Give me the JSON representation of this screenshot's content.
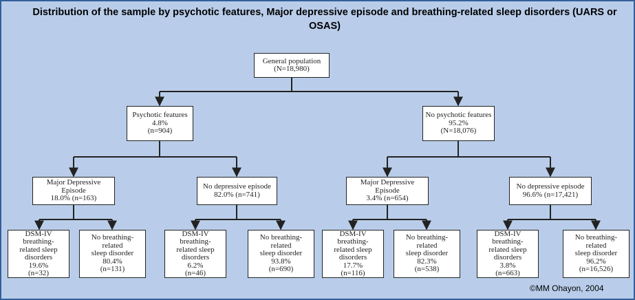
{
  "title": "Distribution of the sample by psychotic features, Major depressive episode and breathing-related sleep disorders (UARS or OSAS)",
  "copyright": "©MM Ohayon, 2004",
  "colors": {
    "background": "#b9cdea",
    "border": "#34609a",
    "node_fill": "#ffffff",
    "line": "#222222"
  },
  "tree": {
    "root": {
      "lines": [
        "General population",
        "(N=18,980)"
      ]
    },
    "level1": [
      {
        "lines": [
          "Psychotic features",
          "4.8%",
          "(n=904)"
        ]
      },
      {
        "lines": [
          "No psychotic features",
          "95.2%",
          "(N=18,076)"
        ]
      }
    ],
    "level2": [
      {
        "lines": [
          "Major Depressive Episode",
          "18.0% (n=163)"
        ]
      },
      {
        "lines": [
          "No depressive episode",
          "82.0% (n=741)"
        ]
      },
      {
        "lines": [
          "Major Depressive Episode",
          "3.4% (n=654)"
        ]
      },
      {
        "lines": [
          "No depressive episode",
          "96.6% (n=17,421)"
        ]
      }
    ],
    "level3": [
      {
        "lines": [
          "DSM-IV breathing-",
          "related sleep",
          "disorders",
          "19.6%",
          "(n=32)"
        ]
      },
      {
        "lines": [
          "No breathing-related",
          "sleep disorder",
          "80.4%",
          "(n=131)"
        ]
      },
      {
        "lines": [
          "DSM-IV breathing-",
          "related sleep",
          "disorders",
          "6.2%",
          "(n=46)"
        ]
      },
      {
        "lines": [
          "No breathing-related",
          "sleep disorder",
          "93.8%",
          "(n=690)"
        ]
      },
      {
        "lines": [
          "DSM-IV breathing-",
          "related sleep",
          "disorders",
          "17.7%",
          "(n=116)"
        ]
      },
      {
        "lines": [
          "No breathing-related",
          "sleep disorder",
          "82.3%",
          "(n=538)"
        ]
      },
      {
        "lines": [
          "DSM-IV breathing-",
          "related sleep",
          "disorders",
          "3.8%",
          "(n=663)"
        ]
      },
      {
        "lines": [
          "No breathing-related",
          "sleep disorder",
          "96.2%",
          "(n=16,526)"
        ]
      }
    ]
  }
}
